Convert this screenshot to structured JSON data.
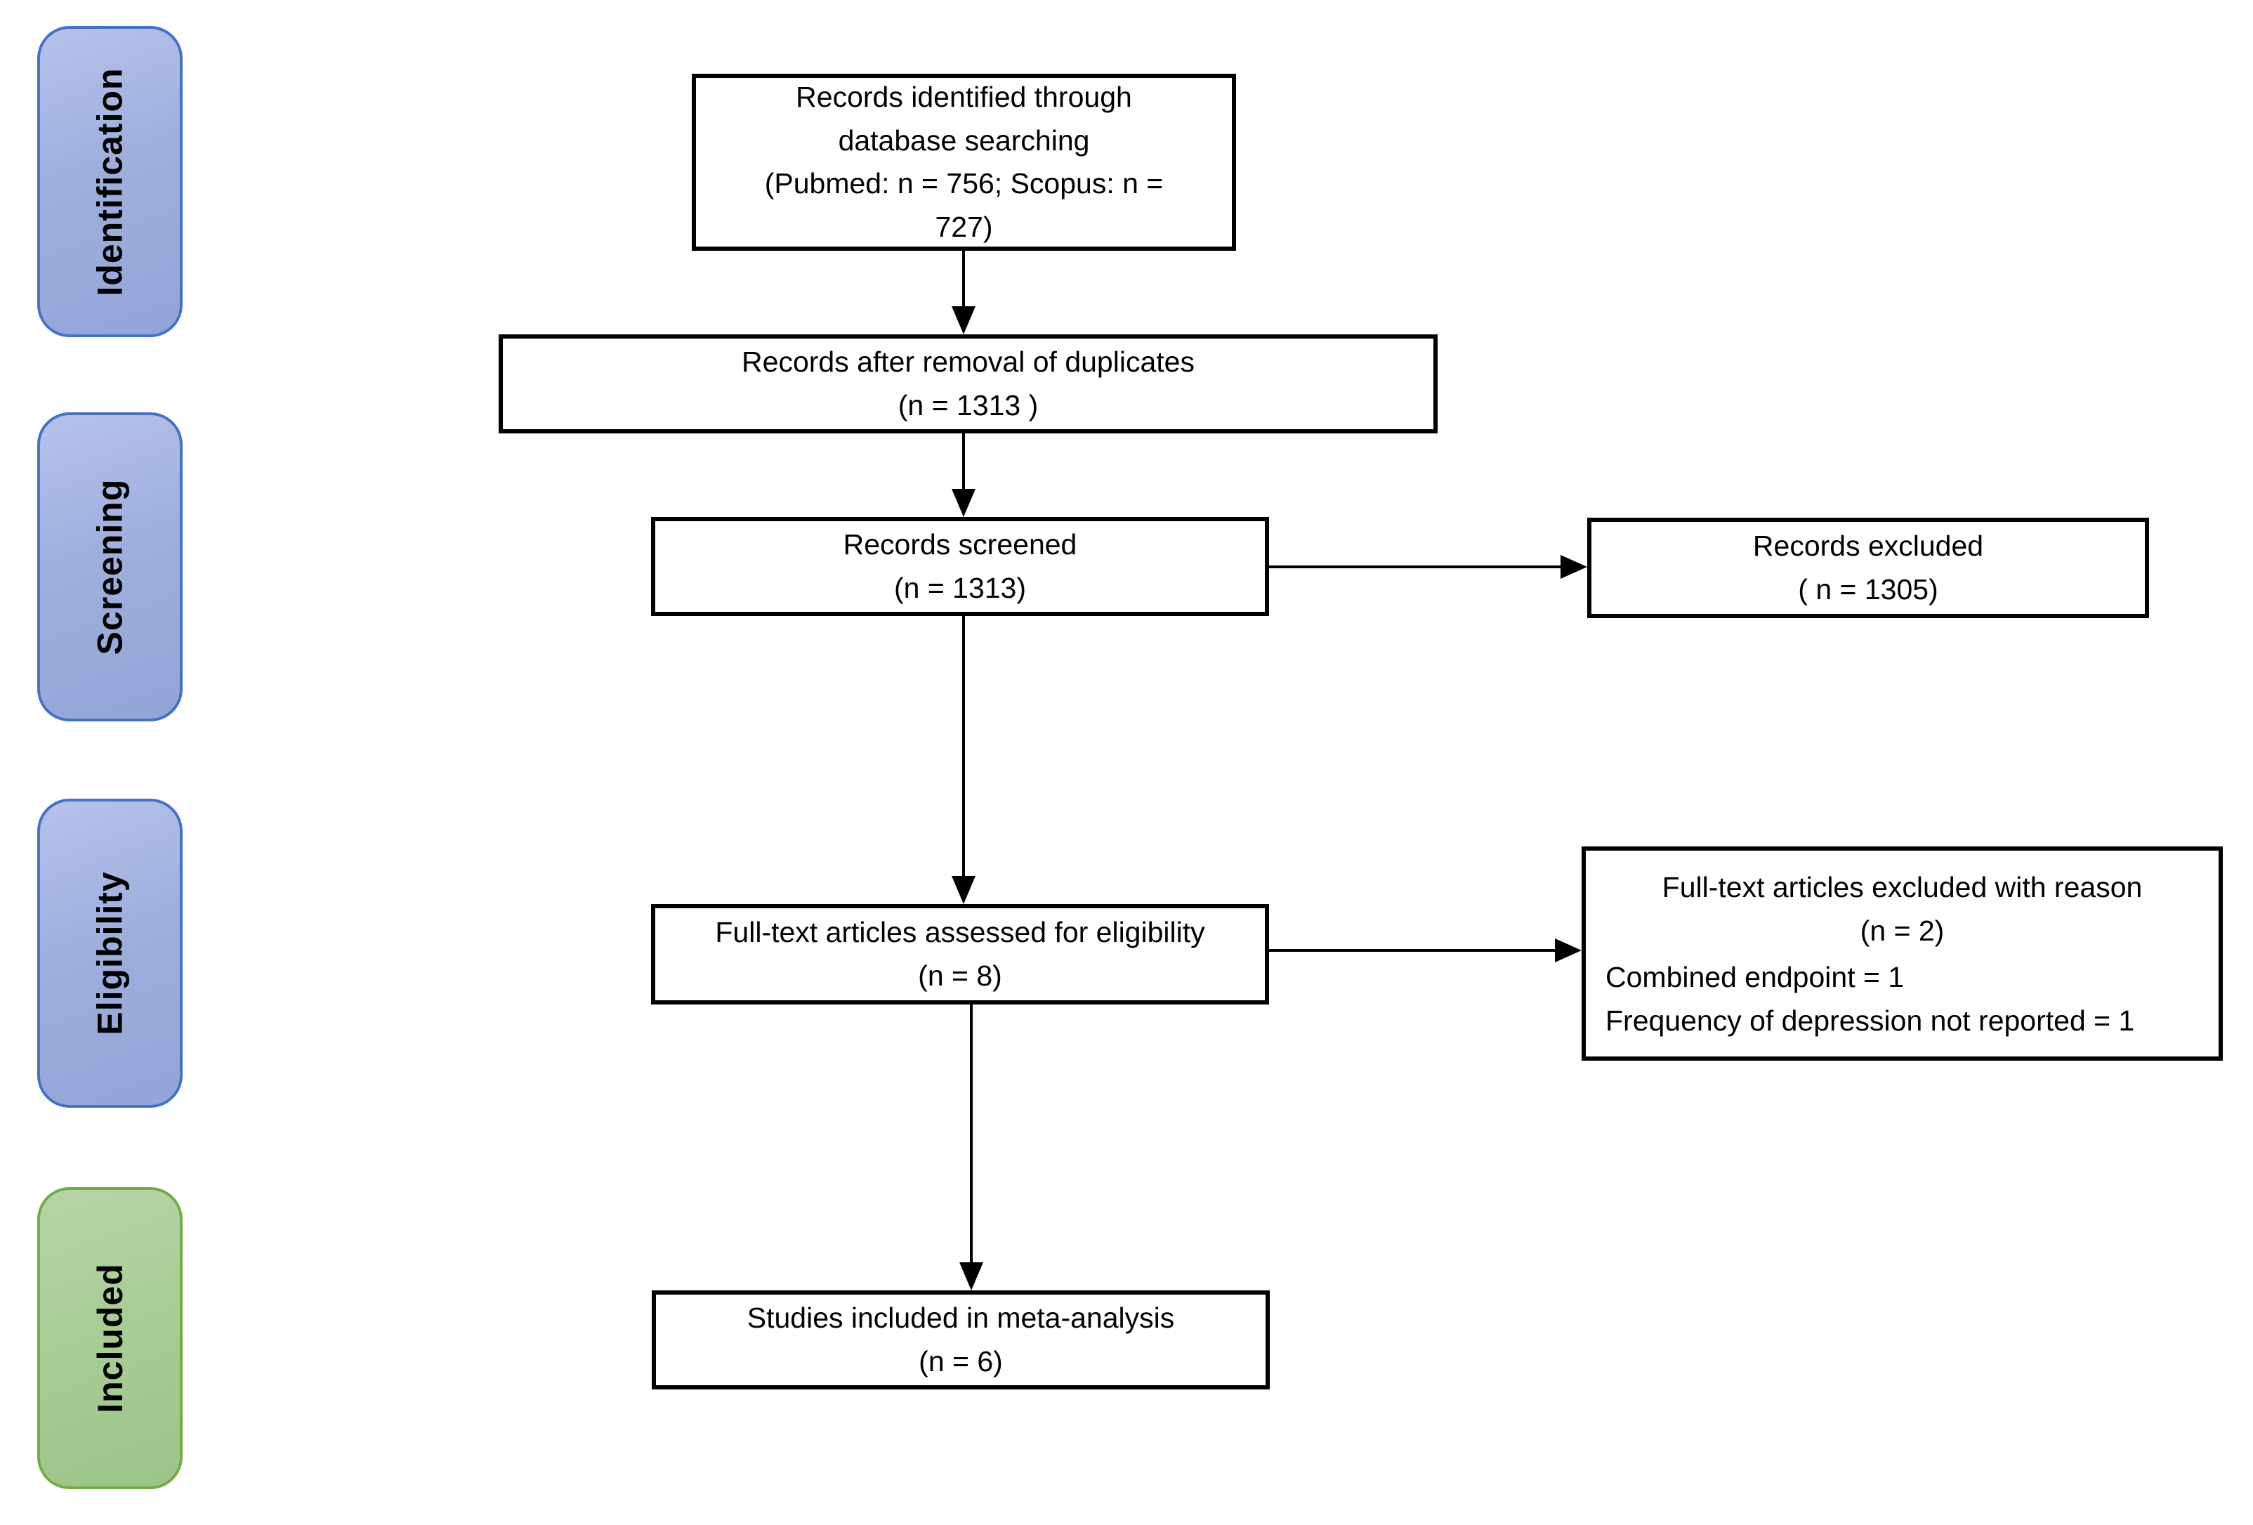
{
  "stages": [
    {
      "label": "Identification"
    },
    {
      "label": "Screening"
    },
    {
      "label": "Eligibility"
    },
    {
      "label": "Included"
    }
  ],
  "nodes": {
    "identified": {
      "title": "Records identified through database searching",
      "count": "(Pubmed: n = 756; Scopus: n = 727)"
    },
    "deduplicated": {
      "title": "Records after removal of duplicates",
      "count": "(n = 1313 )"
    },
    "screened": {
      "title": "Records screened",
      "count": "(n = 1313)"
    },
    "records_excluded": {
      "title": "Records excluded",
      "count": "( n = 1305)"
    },
    "fulltext_assessed": {
      "title": "Full-text articles assessed for eligibility",
      "count": "(n = 8)"
    },
    "fulltext_excluded": {
      "title": "Full-text articles excluded with reason",
      "count": "(n = 2)",
      "reasons": [
        "Combined endpoint = 1",
        "Frequency of depression not reported = 1"
      ]
    },
    "included": {
      "title": "Studies included in meta-analysis",
      "count": "(n = 6)"
    }
  },
  "colors": {
    "stage_blue_fill": "#9fafdd",
    "stage_blue_border": "#4472c4",
    "stage_green_fill": "#a9cd97",
    "stage_green_border": "#70ad47",
    "box_fill": "#ffffff",
    "box_border": "#000000",
    "arrow": "#000000",
    "background": "#ffffff"
  }
}
